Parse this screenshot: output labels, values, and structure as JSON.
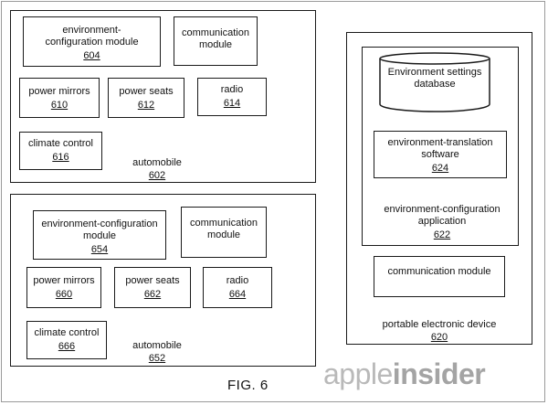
{
  "automobile_602": {
    "label": "automobile",
    "number": "602",
    "env_module": {
      "label": "environment-configuration module",
      "number": "604"
    },
    "comm_module": {
      "label": "communication module"
    },
    "power_mirrors": {
      "label": "power mirrors",
      "number": "610"
    },
    "power_seats": {
      "label": "power seats",
      "number": "612"
    },
    "radio": {
      "label": "radio",
      "number": "614"
    },
    "climate_control": {
      "label": "climate control",
      "number": "616"
    }
  },
  "automobile_652": {
    "label": "automobile",
    "number": "652",
    "env_module": {
      "label": "environment-configuration module",
      "number": "654"
    },
    "comm_module": {
      "label": "communication module"
    },
    "power_mirrors": {
      "label": "power mirrors",
      "number": "660"
    },
    "power_seats": {
      "label": "power seats",
      "number": "662"
    },
    "radio": {
      "label": "radio",
      "number": "664"
    },
    "climate_control": {
      "label": "climate control",
      "number": "666"
    }
  },
  "device_620": {
    "label": "portable electronic device",
    "number": "620",
    "database": {
      "label": "Environment settings database"
    },
    "translation_software": {
      "label": "environment-translation software",
      "number": "624"
    },
    "application": {
      "label": "environment-configuration application",
      "number": "622"
    },
    "comm_module": {
      "label": "communication module"
    }
  },
  "figure": {
    "label": "FIG. 6"
  },
  "watermark": {
    "light": "apple",
    "bold": "insider"
  }
}
